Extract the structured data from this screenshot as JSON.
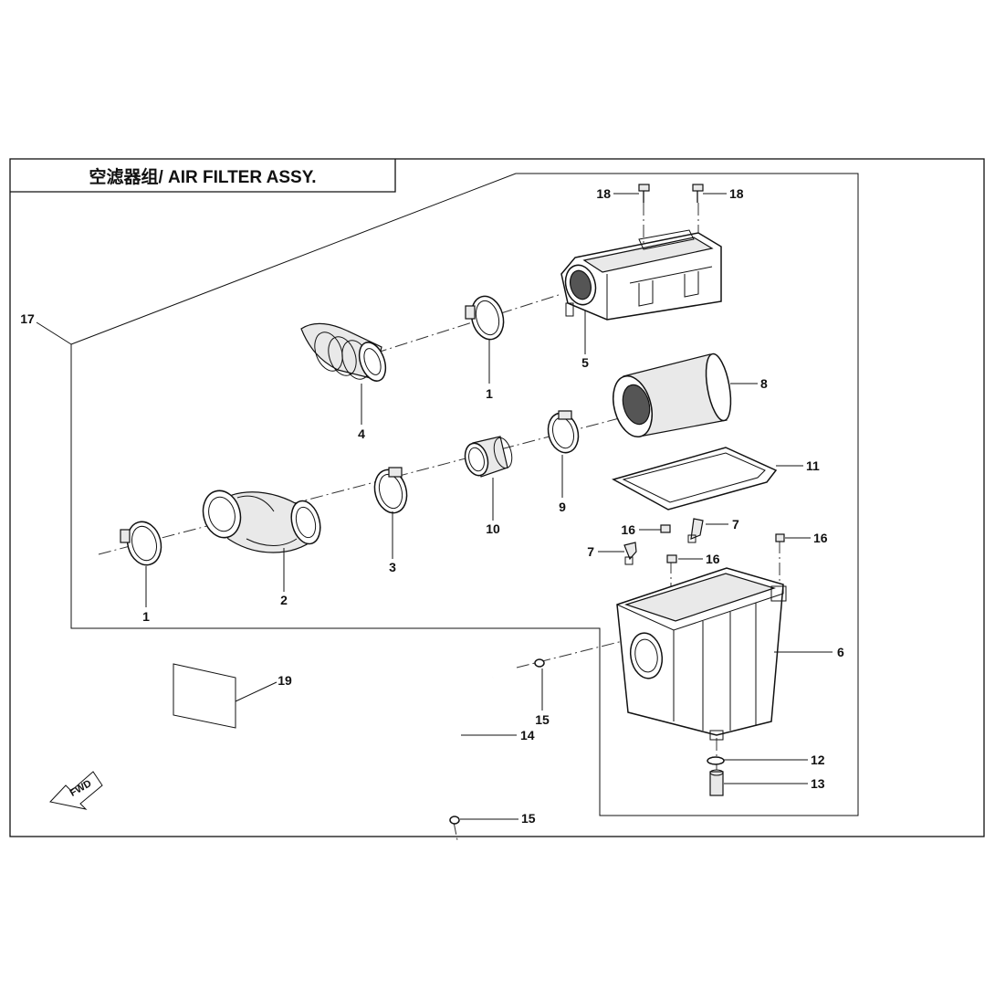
{
  "diagram": {
    "title": "空滤器组/ AIR FILTER ASSY.",
    "fwd_label": "FWD",
    "labels": {
      "l1a": "1",
      "l1b": "1",
      "l2": "2",
      "l3": "3",
      "l4": "4",
      "l5": "5",
      "l6": "6",
      "l7a": "7",
      "l7b": "7",
      "l8": "8",
      "l9": "9",
      "l10": "10",
      "l11": "11",
      "l12": "12",
      "l13": "13",
      "l14": "14",
      "l15a": "15",
      "l15b": "15",
      "l16a": "16",
      "l16b": "16",
      "l16c": "16",
      "l17": "17",
      "l18a": "18",
      "l18b": "18",
      "l19": "19"
    }
  }
}
